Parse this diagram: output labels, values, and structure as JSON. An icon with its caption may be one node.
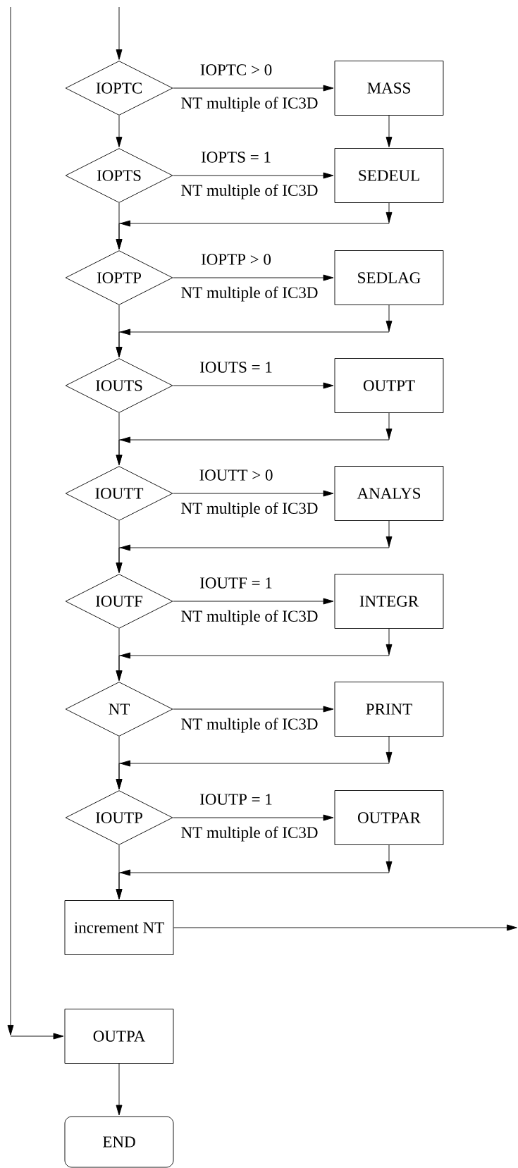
{
  "diagram": {
    "nodes": [
      {
        "text": [
          "IOPTC"
        ]
      },
      {
        "text": [
          "MASS"
        ]
      },
      {
        "text": [
          "IOPTS"
        ]
      },
      {
        "text": [
          "SEDEUL"
        ]
      },
      {
        "text": [
          "IOPTP"
        ]
      },
      {
        "text": [
          "SEDLAG"
        ]
      },
      {
        "text": [
          "IOUTS"
        ]
      },
      {
        "text": [
          "OUTPT"
        ]
      },
      {
        "text": [
          "IOUTT"
        ]
      },
      {
        "text": [
          "ANALYS"
        ]
      },
      {
        "text": [
          "IOUTF"
        ]
      },
      {
        "text": [
          "INTEGR"
        ]
      },
      {
        "text": [
          "NT"
        ]
      },
      {
        "text": [
          "PRINT"
        ]
      },
      {
        "text": [
          "IOUTP"
        ]
      },
      {
        "text": [
          "OUTPAR"
        ]
      },
      {
        "text": [
          "increment NT"
        ]
      },
      {
        "text": [
          "OUTPA"
        ]
      },
      {
        "text": [
          "END"
        ]
      }
    ],
    "edges": [
      {
        "from": null,
        "to": 0,
        "arrow": "to"
      },
      {
        "from": 0,
        "to": 1,
        "arrow": "to",
        "label": "IOPTC > 0"
      },
      {
        "from": 0,
        "to": 2,
        "arrow": "to"
      },
      {
        "from": 1,
        "to": 3,
        "arrow": "to"
      },
      {
        "from": 2,
        "to": 3,
        "arrow": "to",
        "label": "IOPTS = 1"
      },
      {
        "from": 3,
        "to": 4,
        "arrow": "to"
      },
      {
        "from": 2,
        "to": 4,
        "arrow": "to"
      },
      {
        "from": 4,
        "to": 5,
        "arrow": "to",
        "label": "IOPTP > 0"
      },
      {
        "from": 5,
        "to": 6,
        "arrow": "to"
      },
      {
        "from": 4,
        "to": 6,
        "arrow": "to"
      },
      {
        "from": 6,
        "to": 7,
        "arrow": "to",
        "label": "IOUTS = 1"
      },
      {
        "from": 7,
        "to": 8,
        "arrow": "to"
      },
      {
        "from": 6,
        "to": 8,
        "arrow": "to"
      },
      {
        "from": 8,
        "to": 9,
        "arrow": "to",
        "label": "IOUTT > 0"
      },
      {
        "from": 9,
        "to": 10,
        "arrow": "to"
      },
      {
        "from": 8,
        "to": 10,
        "arrow": "to"
      },
      {
        "from": 10,
        "to": 11,
        "arrow": "to",
        "label": "IOUTF = 1"
      },
      {
        "from": 11,
        "to": 12,
        "arrow": "to"
      },
      {
        "from": 10,
        "to": 12,
        "arrow": "to"
      },
      {
        "from": 12,
        "to": 13,
        "arrow": "to",
        "label": "NT multiple of IC3D"
      },
      {
        "from": 13,
        "to": 14,
        "arrow": "to"
      },
      {
        "from": 12,
        "to": 14,
        "arrow": "to"
      },
      {
        "from": 14,
        "to": 15,
        "arrow": "to",
        "label": "IOUTP = 1"
      },
      {
        "from": 15,
        "to": 16,
        "arrow": "to"
      },
      {
        "from": 14,
        "to": 16,
        "arrow": "to"
      },
      {
        "from": 16,
        "to": null,
        "arrow": "to"
      },
      {
        "from": null,
        "to": 17,
        "arrow": "to"
      },
      {
        "from": 17,
        "to": 18,
        "arrow": "to"
      }
    ],
    "labels": [
      "NT multiple of IC3D",
      "NT multiple of IC3D",
      "NT multiple of IC3D",
      "NT multiple of IC3D",
      "NT multiple of IC3D",
      "NT multiple of IC3D"
    ]
  }
}
